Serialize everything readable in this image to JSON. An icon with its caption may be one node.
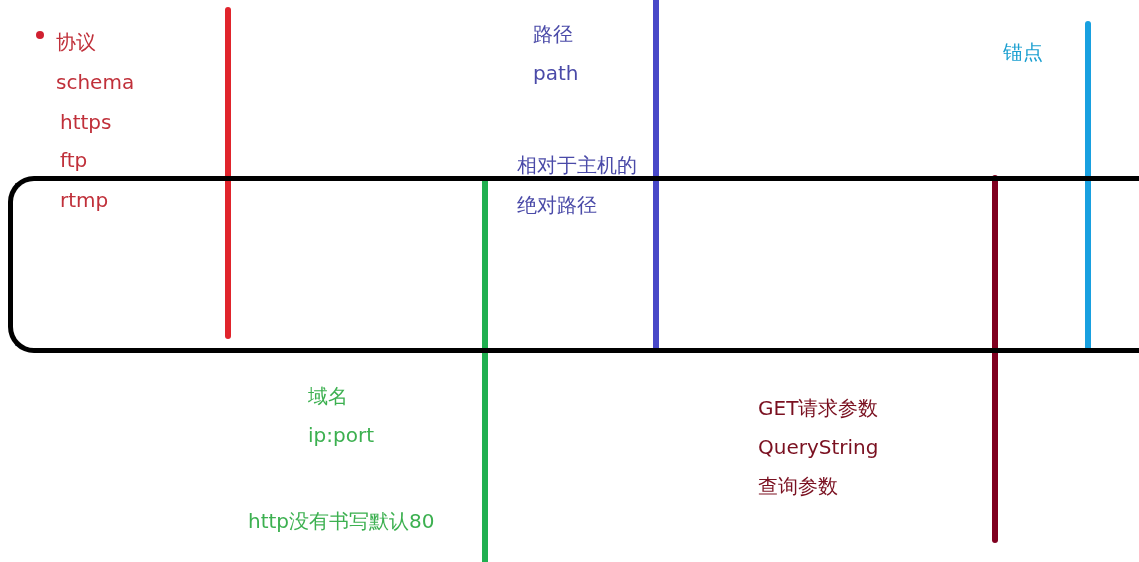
{
  "diagram": {
    "nodes": [
      {
        "text": [],
        "shape": "box"
      }
    ],
    "labels": [
      "协议",
      "schema",
      "https",
      "ftp",
      "rtmp",
      "路径",
      "path",
      "相对于主机的绝对路径",
      "锚点",
      "域名",
      "ip:port",
      "http没有书写默认80",
      "GET请求参数",
      "QueryString",
      "查询参数"
    ]
  }
}
